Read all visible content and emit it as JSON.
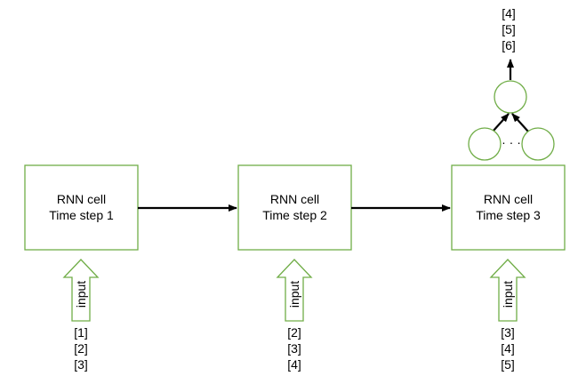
{
  "cells": [
    {
      "line1": "RNN cell",
      "line2": "Time step 1"
    },
    {
      "line1": "RNN cell",
      "line2": "Time step 2"
    },
    {
      "line1": "RNN cell",
      "line2": "Time step 3"
    }
  ],
  "inputs": [
    {
      "label": "input",
      "values": [
        "[1]",
        "[2]",
        "[3]"
      ]
    },
    {
      "label": "input",
      "values": [
        "[2]",
        "[3]",
        "[4]"
      ]
    },
    {
      "label": "input",
      "values": [
        "[3]",
        "[4]",
        "[5]"
      ]
    }
  ],
  "output": {
    "values": [
      "[4]",
      "[5]",
      "[6]"
    ],
    "ellipsis": "· · ·"
  },
  "colors": {
    "box_stroke": "#70ad47",
    "arrow": "#000000"
  }
}
